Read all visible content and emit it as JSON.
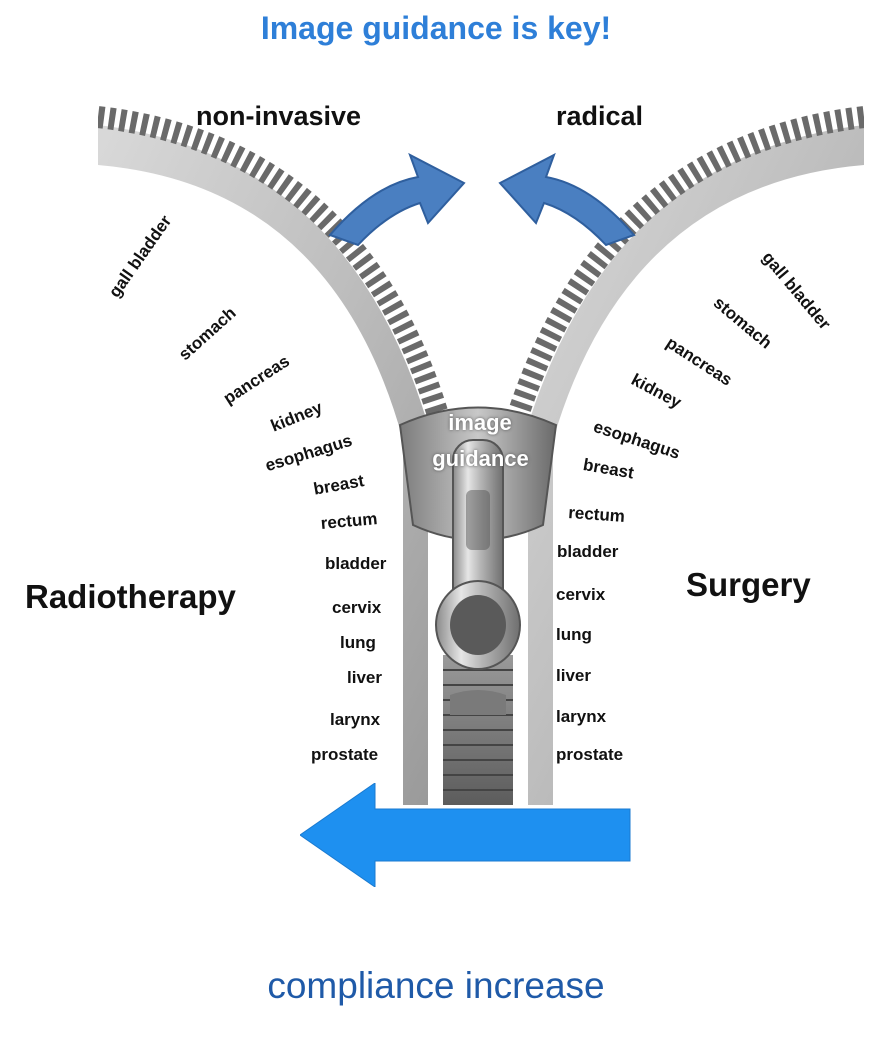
{
  "title": "Image guidance is key!",
  "top_labels": {
    "left": "non-invasive",
    "right": "radical"
  },
  "sides": {
    "left": "Radiotherapy",
    "right": "Surgery"
  },
  "slider_label": [
    "image",
    "guidance"
  ],
  "left_organs": [
    "gall bladder",
    "stomach",
    "pancreas",
    "kidney",
    "esophagus",
    "breast",
    "rectum",
    "bladder",
    "cervix",
    "lung",
    "liver",
    "larynx",
    "prostate"
  ],
  "right_organs": [
    "gall bladder",
    "stomach",
    "pancreas",
    "kidney",
    "esophagus",
    "breast",
    "rectum",
    "bladder",
    "cervix",
    "lung",
    "liver",
    "larynx",
    "prostate"
  ],
  "caption": "compliance increase",
  "colors": {
    "title": "#2e7fd8",
    "curved_arrow": "#4a7fc1",
    "big_arrow": "#1e90f0",
    "caption": "#1f5aa8"
  }
}
